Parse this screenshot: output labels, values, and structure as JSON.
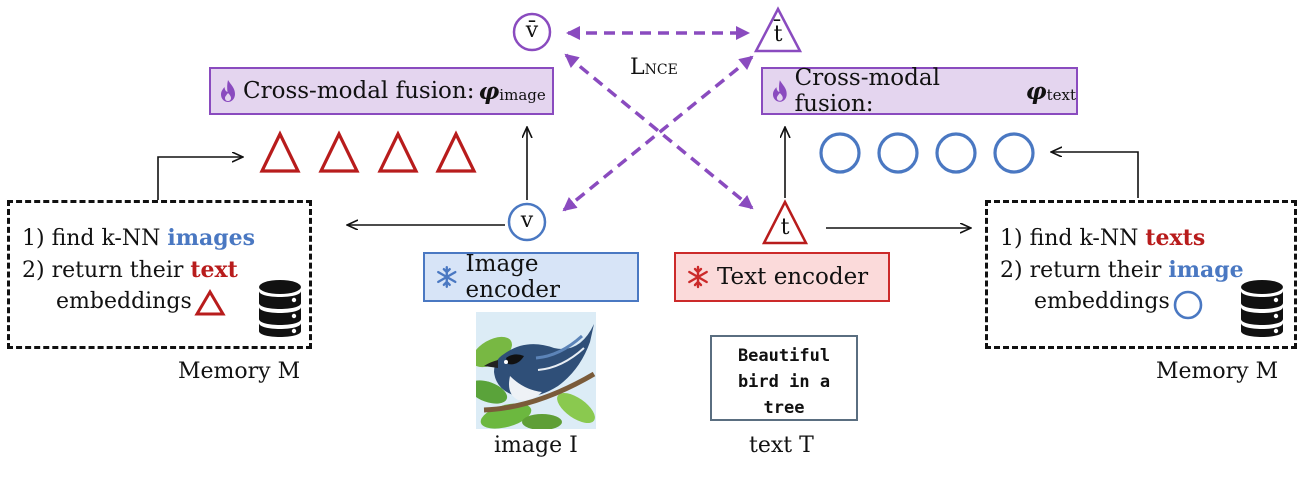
{
  "loss_label": "L",
  "loss_sub": "NCE",
  "v_bar": "v̄",
  "t_bar": "t̄",
  "v": "v",
  "t": "t",
  "fusion_image": {
    "prefix": "Cross-modal fusion: ",
    "phi": "φ",
    "sub": "image"
  },
  "fusion_text": {
    "prefix": "Cross-modal fusion: ",
    "phi": "φ",
    "sub": "text"
  },
  "image_encoder": "Image encoder",
  "text_encoder": "Text  encoder",
  "memory_left": {
    "line1_prefix": "1) find k-NN ",
    "line1_keyword": "images",
    "line2_prefix": "2) return their ",
    "line2_keyword": "text",
    "line3": "embeddings",
    "caption": "Memory M"
  },
  "memory_right": {
    "line1_prefix": "1) find k-NN ",
    "line1_keyword": "texts",
    "line2_prefix": "2) return their ",
    "line2_keyword": "image",
    "line3": "embeddings",
    "caption": "Memory M"
  },
  "image_caption": "image I",
  "text_sample": [
    "Beautiful",
    "bird in a",
    "tree"
  ],
  "text_caption": "text T",
  "colors": {
    "purple": "#8a4bbf",
    "blue": "#4a78c2",
    "red": "#b81c1c",
    "fusion_fill": "#e4d5ef",
    "image_enc_fill": "#d7e4f7",
    "text_enc_fill": "#fbdada"
  },
  "icons": {
    "fire": "fire-icon",
    "snowflake": "snowflake-icon",
    "database": "database-icon"
  }
}
